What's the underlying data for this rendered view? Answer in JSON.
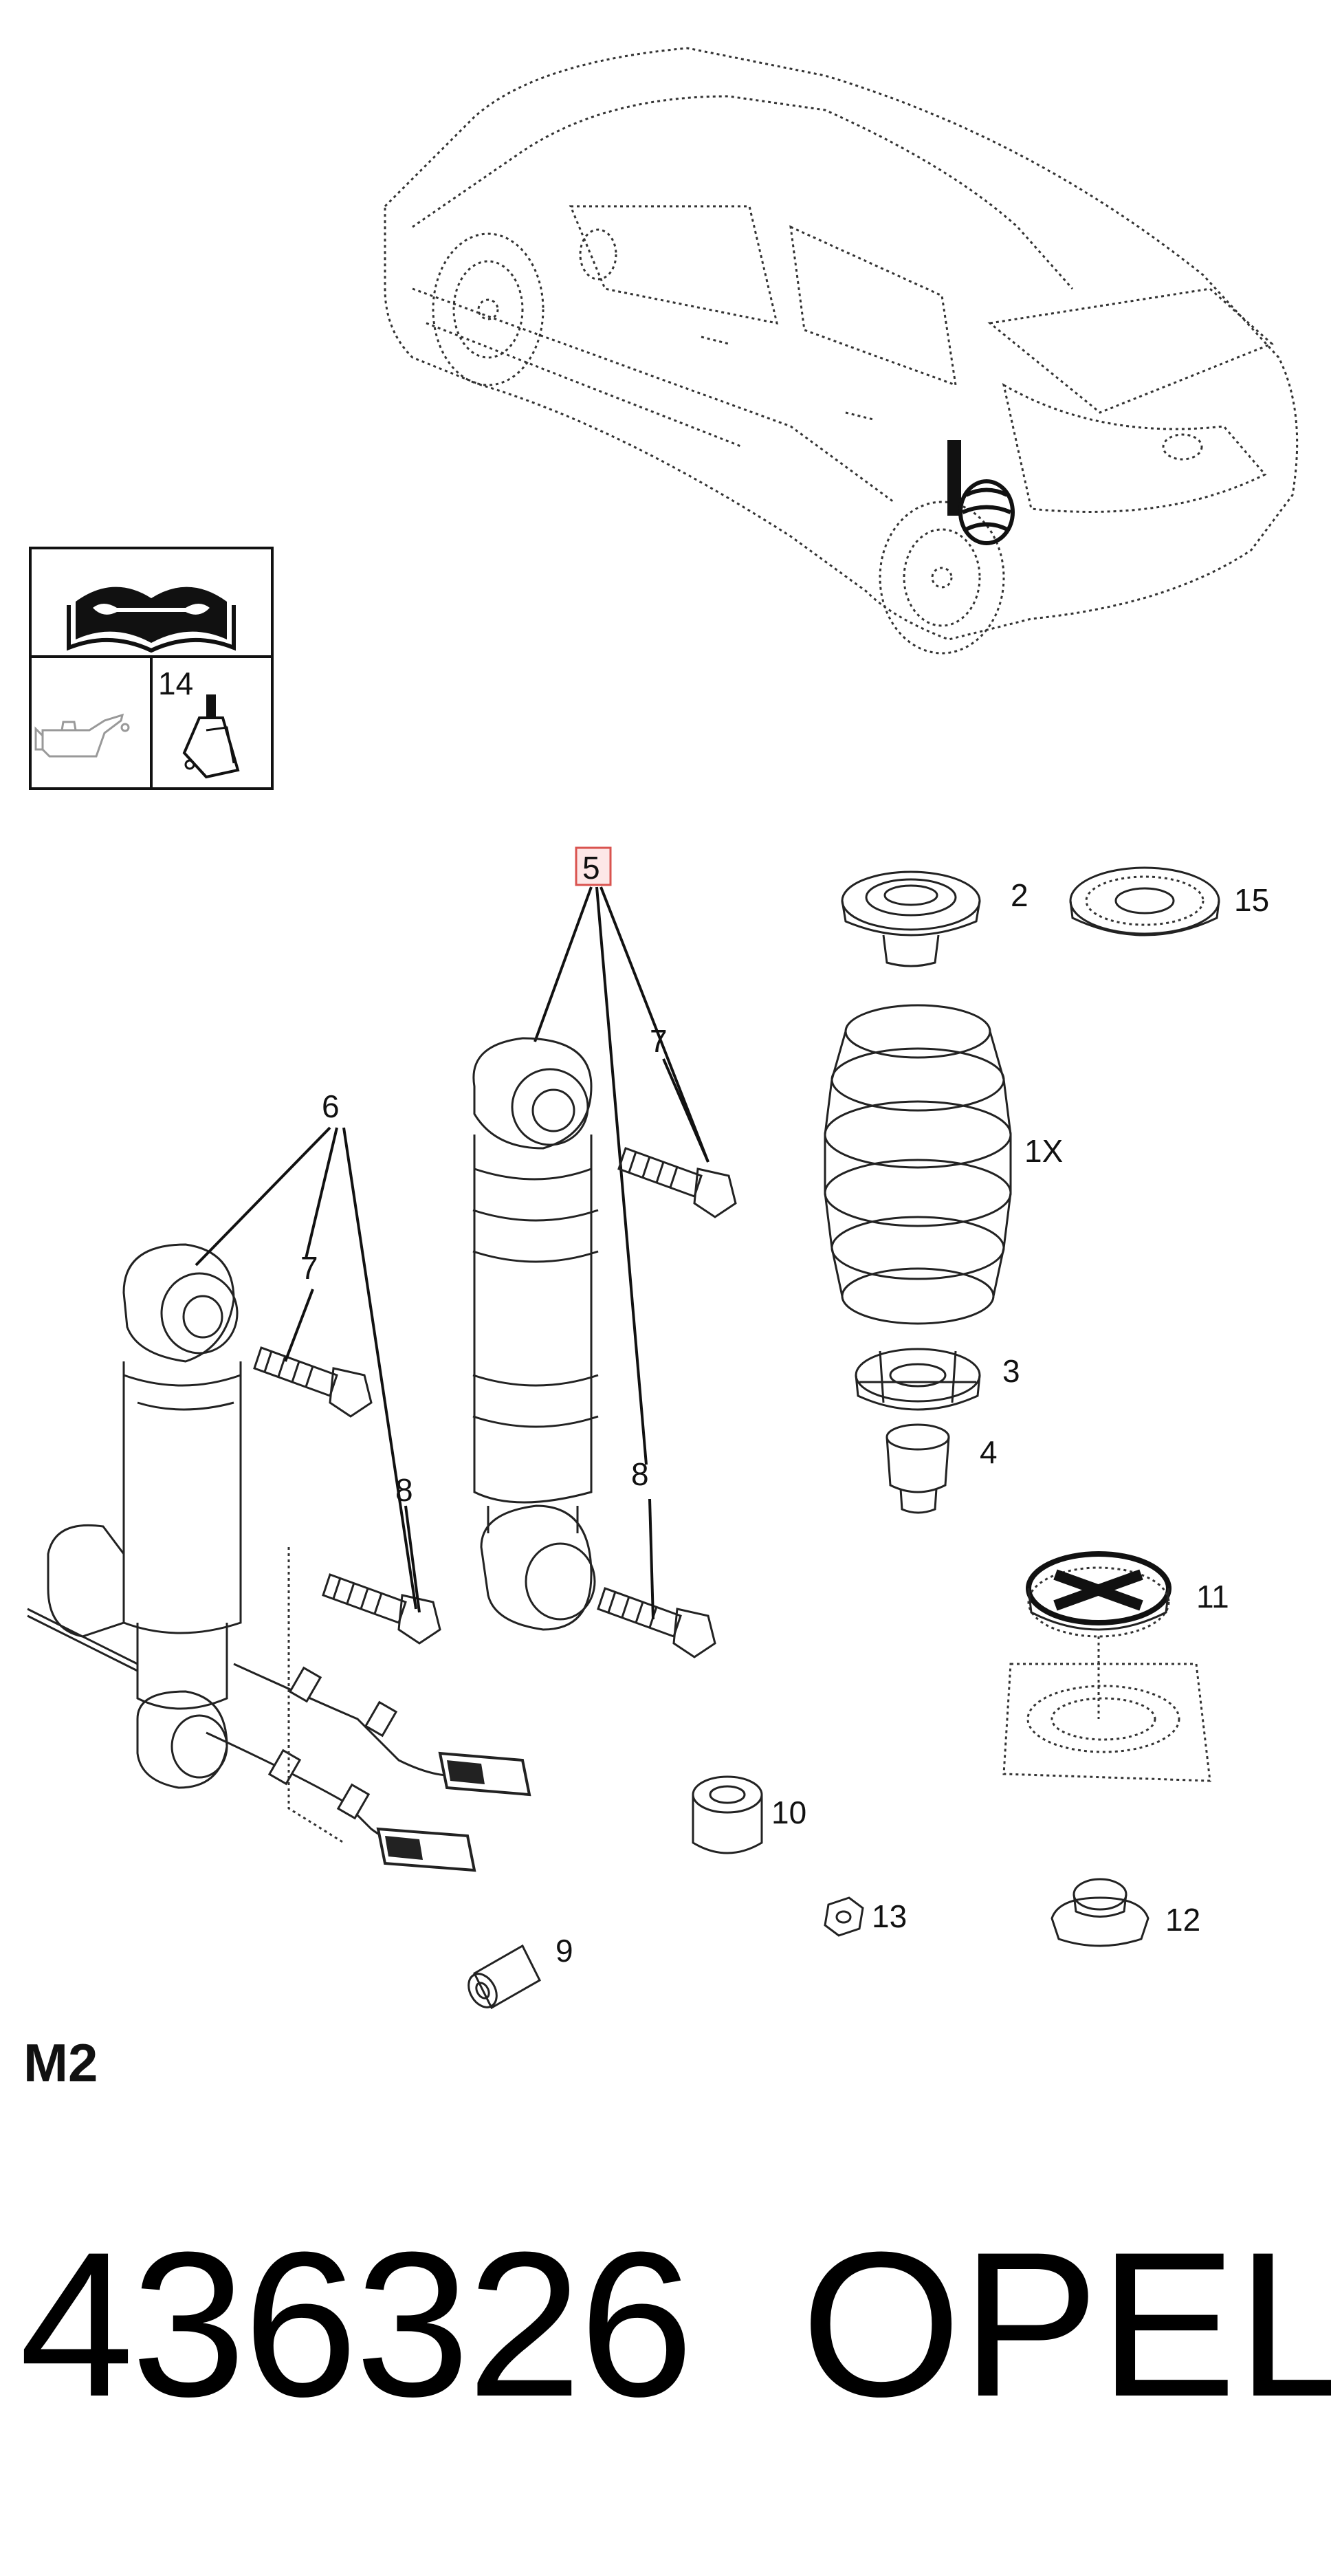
{
  "callouts": {
    "c5": "5",
    "c2": "2",
    "c15": "15",
    "c7a": "7",
    "c6": "6",
    "c1x": "1X",
    "c7b": "7",
    "c3": "3",
    "c4": "4",
    "c8a": "8",
    "c8b": "8",
    "c11": "11",
    "c10": "10",
    "c13": "13",
    "c12": "12",
    "c9": "9"
  },
  "legend": {
    "tool_qty": "14"
  },
  "section_code": "M2",
  "part_number": "436326",
  "brand": "OPEL",
  "colors": {
    "highlight_box": "#d9534f",
    "highlight_fill": "#fde7e7",
    "line": "#222222"
  },
  "icons": [
    "workshop-manual-icon",
    "oil-can-icon",
    "grease-tube-icon"
  ]
}
